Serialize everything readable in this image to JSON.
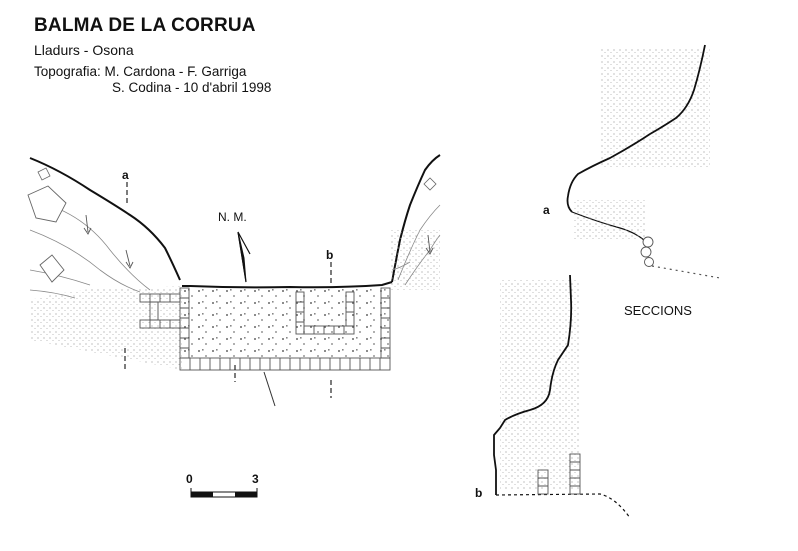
{
  "header": {
    "title": "BALMA DE LA CORRUA",
    "location": "Lladurs - Osona",
    "survey_line1": "Topografia: M. Cardona - F. Garriga",
    "survey_line2": "S. Codina - 10 d'abril 1998"
  },
  "plan": {
    "north_label": "N.  M.",
    "section_marker_a": "a",
    "section_marker_b": "b"
  },
  "scale_bar": {
    "start_label": "0",
    "end_label": "3"
  },
  "sections": {
    "label": "SECCIONS",
    "marker_a": "a",
    "marker_b": "b"
  }
}
